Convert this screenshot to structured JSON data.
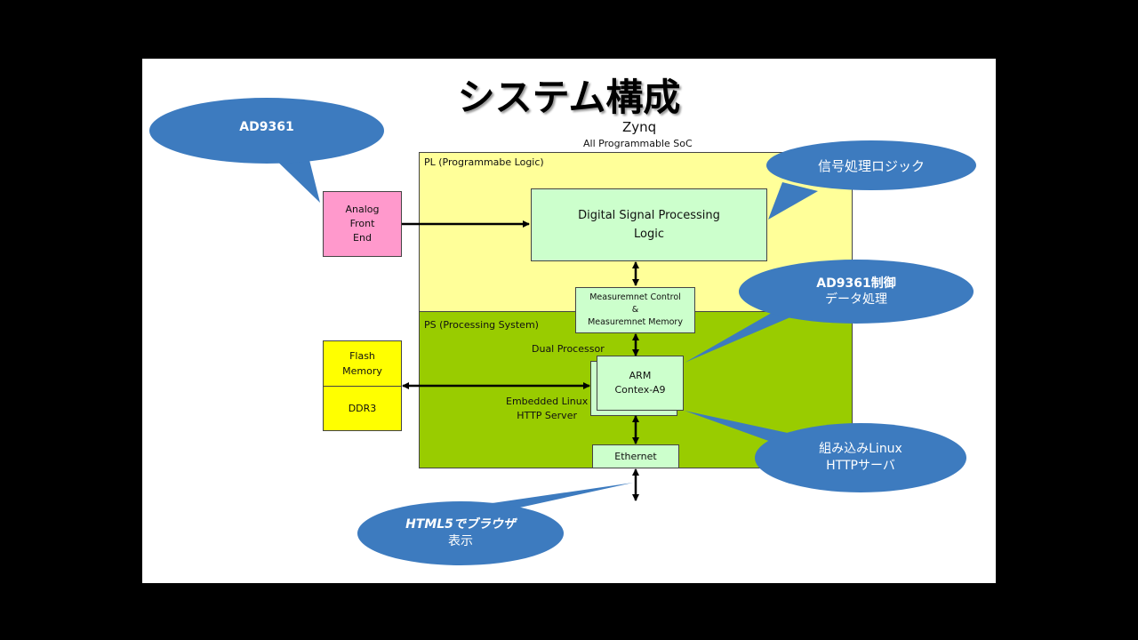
{
  "slide": {
    "title": "システム構成",
    "zynq_title": "Zynq",
    "zynq_subtitle": "All Programmable SoC",
    "pl_label": "PL (Programmabe Logic)",
    "ps_label": "PS (Processing System)",
    "afe_lines": [
      "Analog",
      "Front",
      "End"
    ],
    "dsp_lines": [
      "Digital Signal Processing",
      "Logic"
    ],
    "meas_lines": [
      "Measuremnet Control",
      "&",
      "Measuremnet Memory"
    ],
    "dual_processor": "Dual Processor",
    "arm_lines": [
      "ARM",
      "Contex-A9"
    ],
    "embedded_lines": [
      "Embedded Linux",
      "HTTP Server"
    ],
    "ethernet": "Ethernet",
    "flash_lines": [
      "Flash",
      "Memory"
    ],
    "ddr": "DDR3",
    "bubbles": {
      "ad9361": "AD9361",
      "signal_logic": "信号処理ロジック",
      "ad9361_control": [
        "AD9361制御",
        "データ処理"
      ],
      "embedded_linux": [
        "組み込みLinux",
        "HTTPサーバ"
      ],
      "html5": [
        "HTML5でブラウザ",
        "表示"
      ]
    }
  },
  "colors": {
    "background": "#000000",
    "slide": "#ffffff",
    "pl_fill": "#ffff99",
    "ps_fill": "#99cc00",
    "afe_fill": "#ff99cc",
    "dsp_fill": "#ccffcc",
    "memory_fill": "#ffff00",
    "bubble_fill": "#3d7bbf"
  }
}
